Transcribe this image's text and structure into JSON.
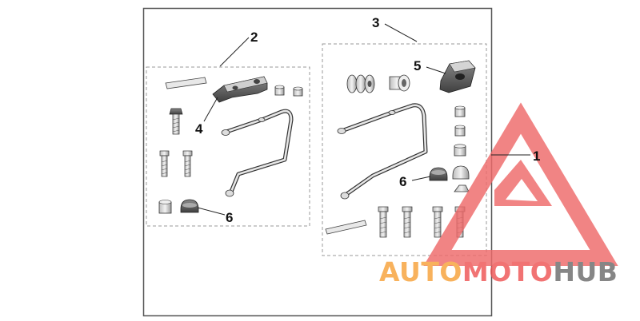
{
  "diagram": {
    "callouts": {
      "c1": "1",
      "c2": "2",
      "c3": "3",
      "c4": "4",
      "c5": "5",
      "c6a": "6",
      "c6b": "6"
    }
  },
  "watermark": {
    "part1": "AUTO",
    "part2": "MOTO",
    "part3": "HUB",
    "colors": {
      "orange": "#f7a23a",
      "red": "#ee5555",
      "gray": "#6c6c6c",
      "triangle": "#ef6a6a"
    }
  }
}
